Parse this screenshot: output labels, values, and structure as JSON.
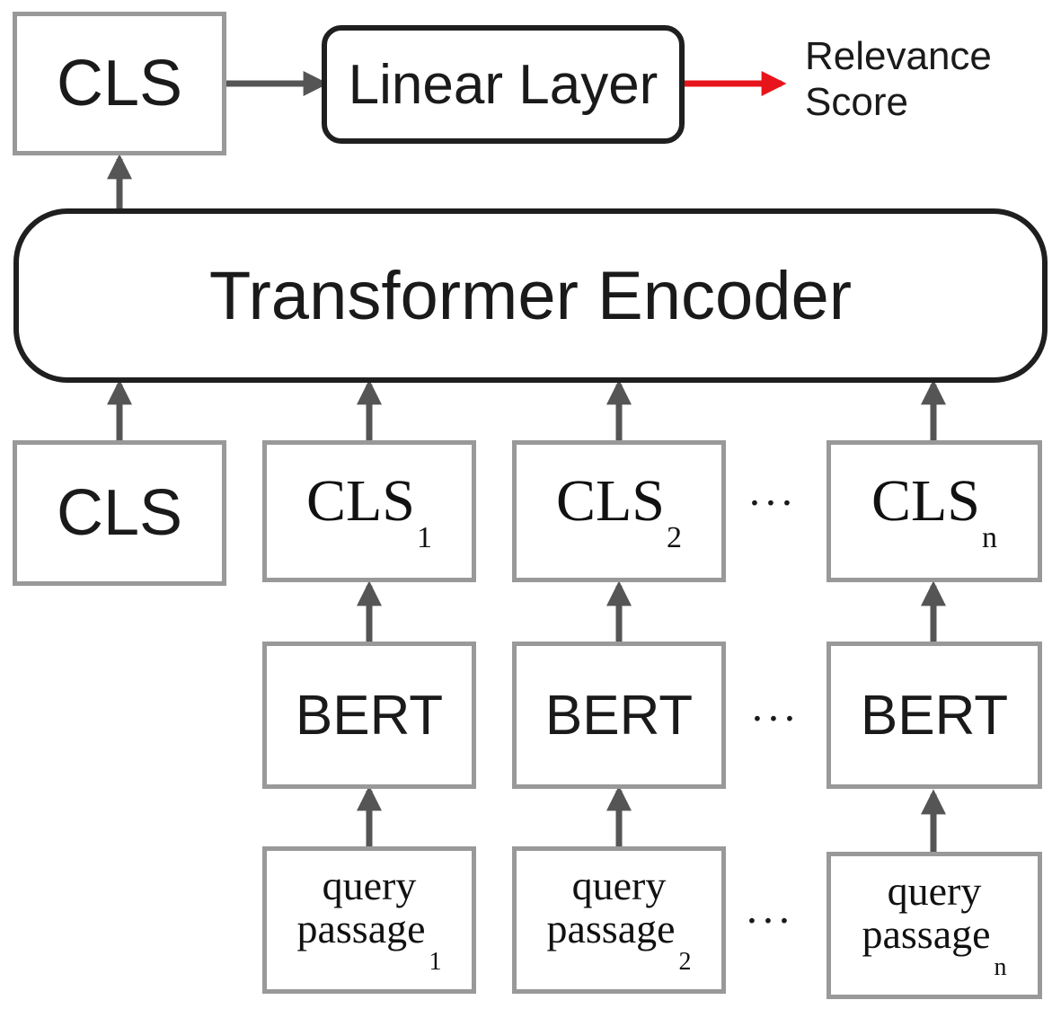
{
  "top": {
    "cls_label": "CLS",
    "linear_layer_label": "Linear Layer",
    "relevance_label_line1": "Relevance",
    "relevance_label_line2": "Score"
  },
  "encoder": {
    "label": "Transformer Encoder"
  },
  "cls_row": {
    "plain_label": "CLS",
    "items": [
      {
        "label": "CLS",
        "subscript": "1"
      },
      {
        "label": "CLS",
        "subscript": "2"
      },
      {
        "label": "CLS",
        "subscript": "n"
      }
    ],
    "ellipsis": "···"
  },
  "bert_row": {
    "items": [
      {
        "label": "BERT"
      },
      {
        "label": "BERT"
      },
      {
        "label": "BERT"
      }
    ],
    "ellipsis": "···"
  },
  "input_row": {
    "items": [
      {
        "query": "query",
        "passage": "passage",
        "subscript": "1"
      },
      {
        "query": "query",
        "passage": "passage",
        "subscript": "2"
      },
      {
        "query": "query",
        "passage": "passage",
        "subscript": "n"
      }
    ],
    "ellipsis": "···"
  },
  "colors": {
    "box_border": "#999999",
    "arrow": "#555555",
    "output_arrow": "#e8141b",
    "dark_border": "#1f1f1f"
  }
}
